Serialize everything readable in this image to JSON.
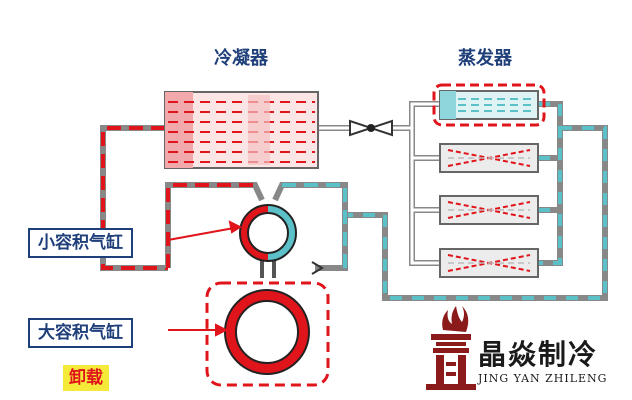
{
  "diagram": {
    "condenser_label": "冷凝器",
    "evaporator_label": "蒸发器",
    "small_cylinder_label": "小容积气缸",
    "large_cylinder_label": "大容积气缸",
    "mode_badge": "卸载"
  },
  "brand": {
    "name_cn": "晶焱制冷",
    "name_en": "JING YAN ZHILENG"
  },
  "colors": {
    "refrigerant_hot": "#e0141b",
    "refrigerant_cold": "#5bc0c8",
    "label_navy": "#1f3f7a",
    "brand_red": "#8b1a1a",
    "badge_yellow": "#f5ea3a"
  }
}
